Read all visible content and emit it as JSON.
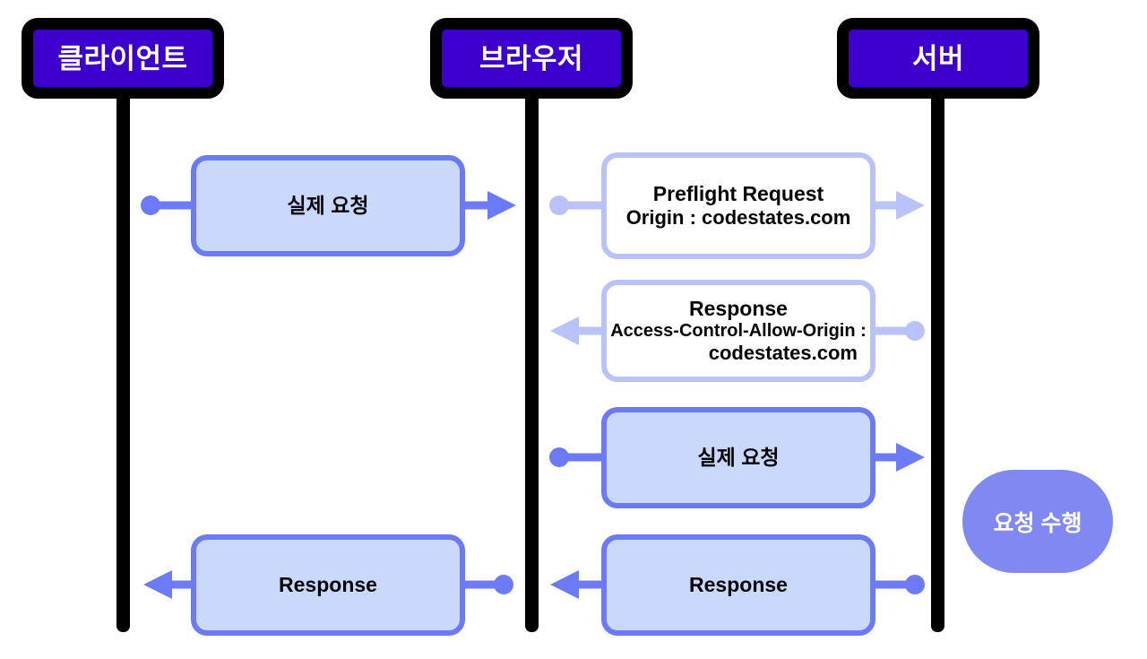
{
  "diagram": {
    "title": "CORS Preflight Sequence Diagram",
    "colors": {
      "lifeline": "#000000",
      "participant_fill": "#3d00cc",
      "participant_border": "#000000",
      "participant_text": "#ffffff",
      "message_fill_strong": "#c9d8fb",
      "message_border_strong": "#6b7bf7",
      "message_fill_light": "#ffffff",
      "message_border_light": "#b9c2f9",
      "pill_fill": "#8089f2",
      "pill_text": "#ffffff",
      "text": "#050505",
      "background": "#ffffff"
    }
  },
  "participants": [
    {
      "id": "client",
      "label": "클라이언트"
    },
    {
      "id": "browser",
      "label": "브라우저"
    },
    {
      "id": "server",
      "label": "서버"
    }
  ],
  "messages": [
    {
      "id": "m1",
      "from": "client",
      "to": "browser",
      "direction": "right",
      "style": "strong",
      "lines": [
        "실제 요청"
      ]
    },
    {
      "id": "m2",
      "from": "browser",
      "to": "server",
      "direction": "right",
      "style": "light",
      "lines": [
        "Preflight Request",
        "Origin : codestates.com"
      ]
    },
    {
      "id": "m3",
      "from": "server",
      "to": "browser",
      "direction": "left",
      "style": "light",
      "lines": [
        "Response",
        "Access-Control-Allow-Origin :",
        "codestates.com"
      ]
    },
    {
      "id": "m4",
      "from": "browser",
      "to": "server",
      "direction": "right",
      "style": "strong",
      "lines": [
        "실제 요청"
      ]
    },
    {
      "id": "m5",
      "from": "server",
      "to": "browser",
      "direction": "left",
      "style": "strong",
      "lines": [
        "Response"
      ]
    },
    {
      "id": "m6",
      "from": "browser",
      "to": "client",
      "direction": "left",
      "style": "strong",
      "lines": [
        "Response"
      ]
    }
  ],
  "activity": {
    "id": "a1",
    "on": "server",
    "label": "요청 수행"
  }
}
